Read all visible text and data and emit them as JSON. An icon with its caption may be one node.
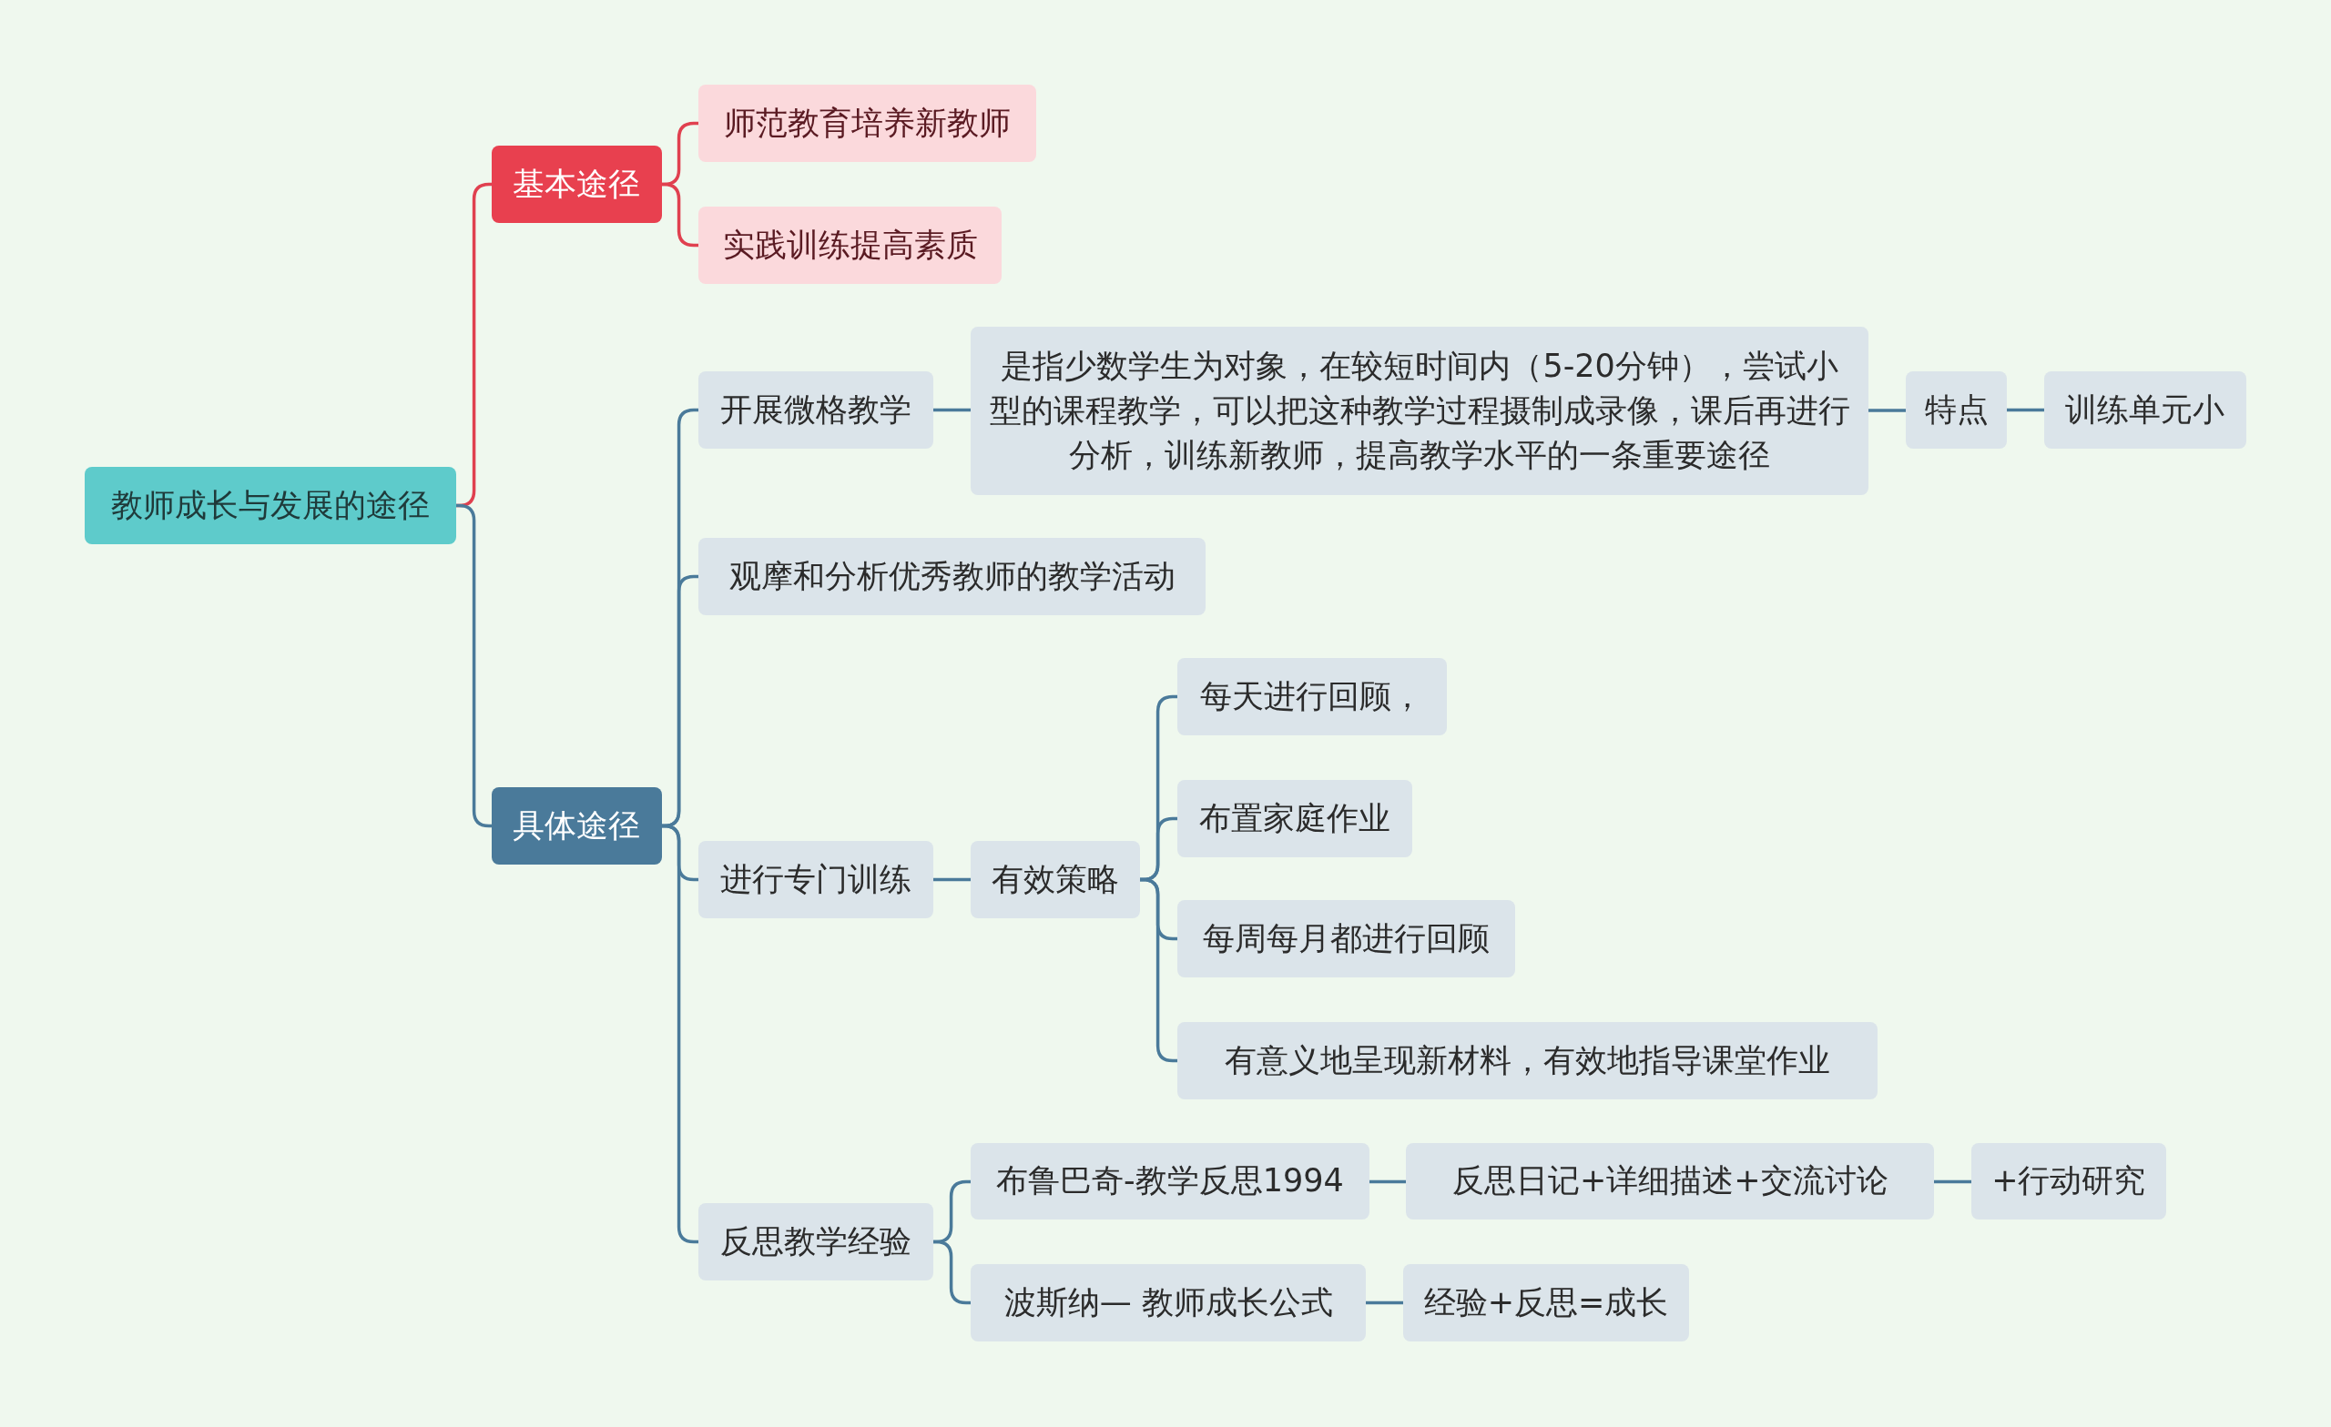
{
  "diagram": {
    "nodes": [
      {
        "text": [
          "教师成长与发展的途径"
        ]
      },
      {
        "text": [
          "基本途径"
        ]
      },
      {
        "text": [
          "师范教育培养新教师"
        ]
      },
      {
        "text": [
          "实践训练提高素质"
        ]
      },
      {
        "text": [
          "具体途径"
        ]
      },
      {
        "text": [
          "开展微格教学"
        ]
      },
      {
        "text": [
          "是指少数学生为对象，在较短时间内（5-20分钟），尝试小型的课程教学，可以把这种教学过程摄制成录像，课后再进行分析，训练新教师，提高教学水平的一条重要途径"
        ]
      },
      {
        "text": [
          "特点"
        ]
      },
      {
        "text": [
          "训练单元小"
        ]
      },
      {
        "text": [
          "观摩和分析优秀教师的教学活动"
        ]
      },
      {
        "text": [
          "进行专门训练"
        ]
      },
      {
        "text": [
          "有效策略"
        ]
      },
      {
        "text": [
          "每天进行回顾，"
        ]
      },
      {
        "text": [
          "布置家庭作业"
        ]
      },
      {
        "text": [
          "每周每月都进行回顾"
        ]
      },
      {
        "text": [
          "有意义地呈现新材料，有效地指导课堂作业"
        ]
      },
      {
        "text": [
          "反思教学经验"
        ]
      },
      {
        "text": [
          "布鲁巴奇-教学反思1994"
        ]
      },
      {
        "text": [
          "反思日记+详细描述+交流讨论"
        ]
      },
      {
        "text": [
          "+行动研究"
        ]
      },
      {
        "text": [
          "波斯纳— 教师成长公式"
        ]
      },
      {
        "text": [
          "经验+反思=成长"
        ]
      }
    ],
    "edges": [
      {
        "from": 0,
        "to": 1,
        "arrow": "none",
        "color": "#e0404f"
      },
      {
        "from": 1,
        "to": 2,
        "arrow": "none",
        "color": "#e0404f"
      },
      {
        "from": 1,
        "to": 3,
        "arrow": "none",
        "color": "#e0404f"
      },
      {
        "from": 0,
        "to": 4,
        "arrow": "none"
      },
      {
        "from": 4,
        "to": 5,
        "arrow": "none"
      },
      {
        "from": 5,
        "to": 6,
        "arrow": "none"
      },
      {
        "from": 6,
        "to": 7,
        "arrow": "none"
      },
      {
        "from": 7,
        "to": 8,
        "arrow": "none"
      },
      {
        "from": 4,
        "to": 9,
        "arrow": "none"
      },
      {
        "from": 4,
        "to": 10,
        "arrow": "none"
      },
      {
        "from": 10,
        "to": 11,
        "arrow": "none"
      },
      {
        "from": 11,
        "to": 12,
        "arrow": "none"
      },
      {
        "from": 11,
        "to": 13,
        "arrow": "none"
      },
      {
        "from": 11,
        "to": 14,
        "arrow": "none"
      },
      {
        "from": 11,
        "to": 15,
        "arrow": "none"
      },
      {
        "from": 4,
        "to": 16,
        "arrow": "none"
      },
      {
        "from": 16,
        "to": 17,
        "arrow": "none"
      },
      {
        "from": 17,
        "to": 18,
        "arrow": "none"
      },
      {
        "from": 18,
        "to": 19,
        "arrow": "none"
      },
      {
        "from": 16,
        "to": 20,
        "arrow": "none"
      },
      {
        "from": 20,
        "to": 21,
        "arrow": "none"
      }
    ]
  }
}
